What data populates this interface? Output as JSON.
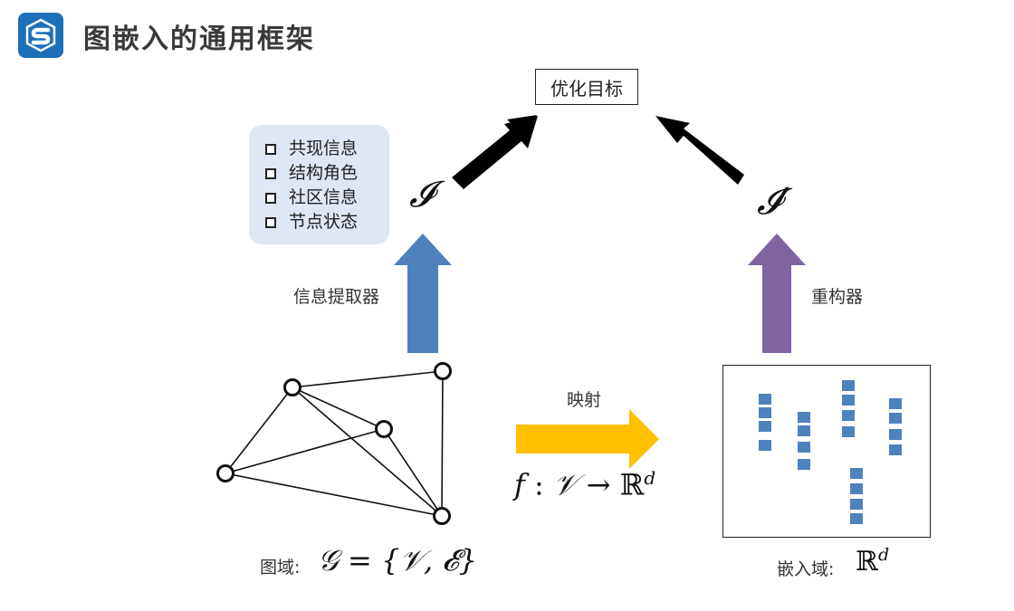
{
  "header": {
    "title": "图嵌入的通用框架",
    "logo_icon": "logo-s-cube-icon",
    "logo_color": "#1d6fb8"
  },
  "objective": {
    "label": "优化目标"
  },
  "info_panel": {
    "items": [
      "共现信息",
      "结构角色",
      "社区信息",
      "节点状态"
    ]
  },
  "symbols": {
    "info": "𝓘",
    "info_reconstructed": "𝓘′"
  },
  "extractor": {
    "label": "信息提取器",
    "color": "#4f81bd"
  },
  "reconstructor": {
    "label": "重构器",
    "color": "#8064a2"
  },
  "mapping": {
    "label": "映射",
    "formula_f": "f",
    "formula_colon": " : ",
    "formula_V": "𝒱",
    "formula_arrow": " → ",
    "formula_R": "ℝ",
    "formula_d": "d",
    "color": "#ffc000"
  },
  "graph_domain": {
    "label": "图域:",
    "formula": "𝒢 = {𝒱, 𝓔}"
  },
  "embedding_domain": {
    "label": "嵌入域:",
    "formula_R": "ℝ",
    "formula_d": "d",
    "block_color": "#4f81bd"
  }
}
